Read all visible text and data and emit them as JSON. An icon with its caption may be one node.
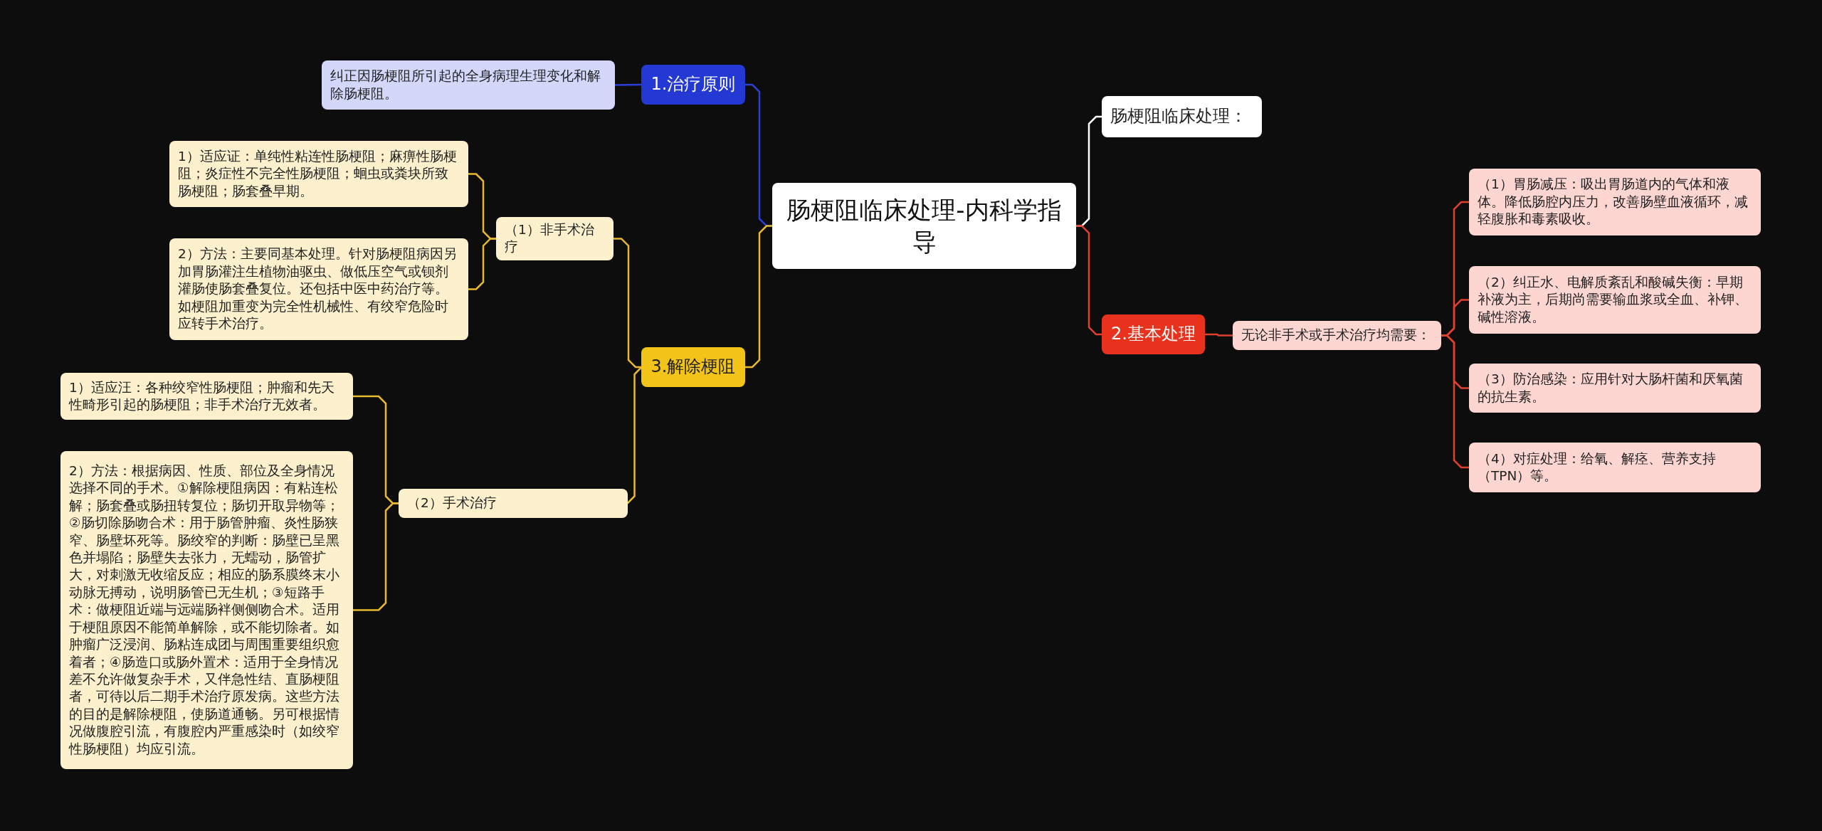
{
  "diagram": {
    "nodes": [
      {
        "text": [
          "肠梗阻临床处理-内科学指导"
        ]
      },
      {
        "text": [
          "1.治疗原则"
        ]
      },
      {
        "text": [
          "纠正因肠梗阻所引起的全身病理生理变化和解除肠梗阻。"
        ]
      },
      {
        "text": [
          "3.解除梗阻"
        ]
      },
      {
        "text": [
          "（1）非手术治疗"
        ]
      },
      {
        "text": [
          "1）适应证：单纯性粘连性肠梗阻；麻痹性肠梗阻；炎症性不完全性肠梗阻；蛔虫或粪块所致肠梗阻；肠套叠早期。"
        ]
      },
      {
        "text": [
          "2）方法：主要同基本处理。针对肠梗阻病因另加胃肠灌注生植物油驱虫、做低压空气或钡剂灌肠使肠套叠复位。还包括中医中药治疗等。如梗阻加重变为完全性机械性、有绞窄危险时应转手术治疗。"
        ]
      },
      {
        "text": [
          "（2）手术治疗"
        ]
      },
      {
        "text": [
          "1）适应汪：各种绞窄性肠梗阻；肿瘤和先天性畸形引起的肠梗阻；非手术治疗无效者。"
        ]
      },
      {
        "text": [
          "2）方法：根据病因、性质、部位及全身情况选择不同的手术。①解除梗阻病因：有粘连松解；肠套叠或肠扭转复位；肠切开取异物等；②肠切除肠吻合术：用于肠管肿瘤、炎性肠狭窄、肠壁坏死等。肠绞窄的判断：肠壁已呈黑色并塌陷；肠壁失去张力，无蠕动，肠管扩大，对刺激无收缩反应；相应的肠系膜终末小动脉无搏动，说明肠管已无生机；③短路手术：做梗阻近端与远端肠袢侧侧吻合术。适用于梗阻原因不能简单解除，或不能切除者。如肿瘤广泛浸润、肠粘连成团与周围重要组织愈着者；④肠造口或肠外置术：适用于全身情况差不允许做复杂手术，又伴急性结、直肠梗阻者，可待以后二期手术治疗原发病。这些方法的目的是解除梗阻，使肠道通畅。另可根据情况做腹腔引流，有腹腔内严重感染时（如绞窄性肠梗阻）均应引流。"
        ]
      },
      {
        "text": [
          "肠梗阻临床处理："
        ]
      },
      {
        "text": [
          "2.基本处理"
        ]
      },
      {
        "text": [
          "无论非手术或手术治疗均需要："
        ]
      },
      {
        "text": [
          "（1）胃肠减压：吸出胃肠道内的气体和液体。降低肠腔内压力，改善肠壁血液循环，减轻腹胀和毒素吸收。"
        ]
      },
      {
        "text": [
          "（2）纠正水、电解质紊乱和酸碱失衡：早期补液为主，后期尚需要输血浆或全血、补钾、碱性溶液。"
        ]
      },
      {
        "text": [
          "（3）防治感染：应用针对大肠杆菌和厌氧菌的抗生素。"
        ]
      },
      {
        "text": [
          "（4）对症处理：给氧、解痉、营养支持（TPN）等。"
        ]
      }
    ],
    "edges": [
      {
        "from": 0,
        "to": 1,
        "arrow": "none",
        "color": "#2b3fd6"
      },
      {
        "from": 1,
        "to": 2,
        "arrow": "none",
        "color": "#2b3fd6"
      },
      {
        "from": 0,
        "to": 3,
        "arrow": "none",
        "color": "#e8b830"
      },
      {
        "from": 3,
        "to": 4,
        "arrow": "none",
        "color": "#e8b830"
      },
      {
        "from": 4,
        "to": 5,
        "arrow": "none",
        "color": "#e8b830"
      },
      {
        "from": 4,
        "to": 6,
        "arrow": "none",
        "color": "#e8b830"
      },
      {
        "from": 3,
        "to": 7,
        "arrow": "none",
        "color": "#e8b830"
      },
      {
        "from": 7,
        "to": 8,
        "arrow": "none",
        "color": "#e8b830"
      },
      {
        "from": 7,
        "to": 9,
        "arrow": "none",
        "color": "#e8b830"
      },
      {
        "from": 0,
        "to": 10,
        "arrow": "none",
        "color": "#ffffff"
      },
      {
        "from": 0,
        "to": 11,
        "arrow": "none",
        "color": "#e0402e"
      },
      {
        "from": 11,
        "to": 12,
        "arrow": "none",
        "color": "#e0402e"
      },
      {
        "from": 12,
        "to": 13,
        "arrow": "none",
        "color": "#e0402e"
      },
      {
        "from": 12,
        "to": 14,
        "arrow": "none",
        "color": "#e0402e"
      },
      {
        "from": 12,
        "to": 15,
        "arrow": "none",
        "color": "#e0402e"
      },
      {
        "from": 12,
        "to": 16,
        "arrow": "none",
        "color": "#e0402e"
      }
    ]
  }
}
